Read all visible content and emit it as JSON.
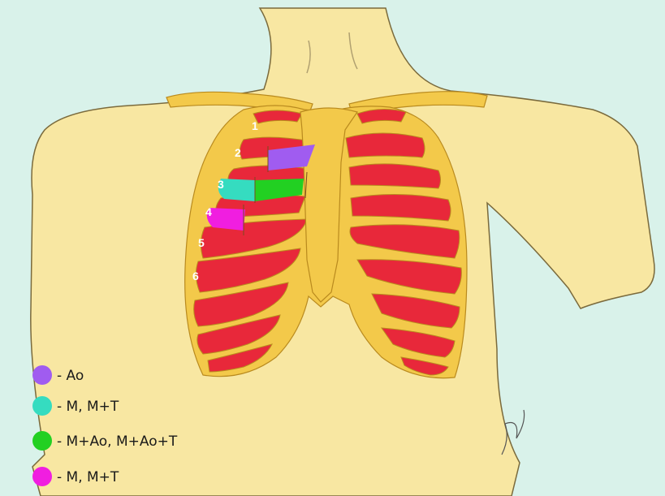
{
  "colors": {
    "background": "#d9f2ea",
    "skin": "#f8e7a2",
    "skin_outline": "#7a6a3c",
    "bone": "#f3c94a",
    "bone_outline": "#b98a1e",
    "intercostal": "#e8283a",
    "aortic": "#a05cf0",
    "mitral": "#35dcc0",
    "mitral_aortic": "#22d022",
    "mitral_tricuspid": "#f01ee0"
  },
  "rib_labels": [
    "1",
    "2",
    "3",
    "4",
    "5",
    "6"
  ],
  "legend": [
    {
      "swatch_color": "#a05cf0",
      "label": "- Ao"
    },
    {
      "swatch_color": "#35dcc0",
      "label": "- M, M+T"
    },
    {
      "swatch_color": "#22d022",
      "label": "- M+Ao, M+Ao+T"
    },
    {
      "swatch_color": "#f01ee0",
      "label": "- M, M+T"
    }
  ]
}
